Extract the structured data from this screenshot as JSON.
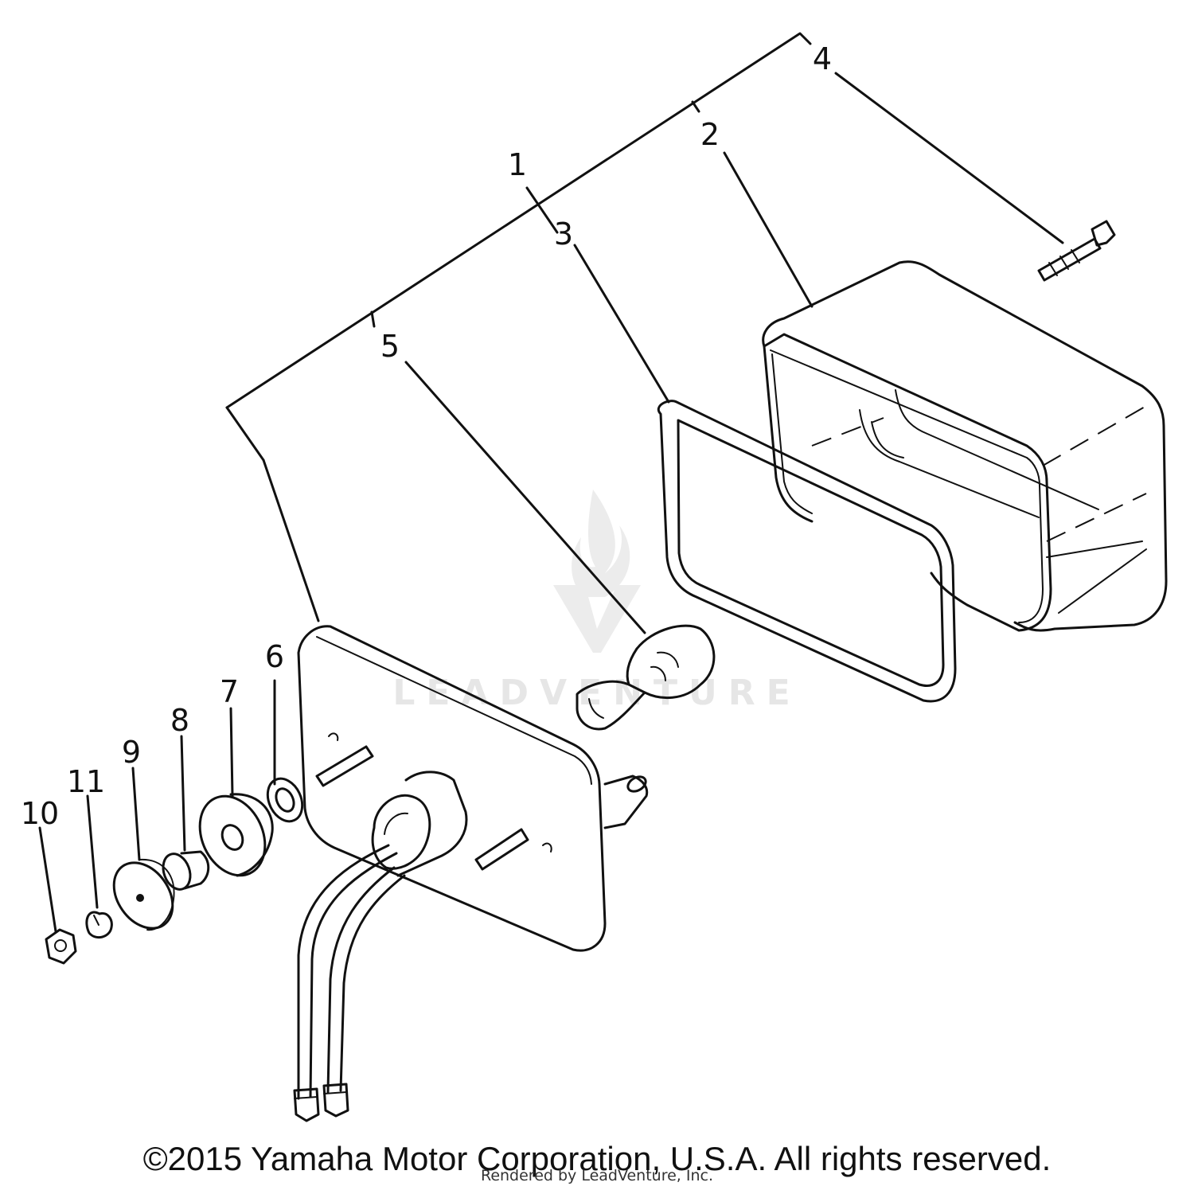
{
  "diagram": {
    "parts": [
      {
        "id": "1",
        "label": "1"
      },
      {
        "id": "2",
        "label": "2"
      },
      {
        "id": "3",
        "label": "3"
      },
      {
        "id": "4",
        "label": "4"
      },
      {
        "id": "5",
        "label": "5"
      },
      {
        "id": "6",
        "label": "6"
      },
      {
        "id": "7",
        "label": "7"
      },
      {
        "id": "8",
        "label": "8"
      },
      {
        "id": "9",
        "label": "9"
      },
      {
        "id": "10",
        "label": "10"
      },
      {
        "id": "11",
        "label": "11"
      }
    ]
  },
  "watermark": {
    "text": "LEADVENTURE",
    "color": "#e6e6e6"
  },
  "footer": {
    "copyright": "©2015 Yamaha Motor Corporation, U.S.A. All rights reserved.",
    "rendered_by": "Rendered by LeadVenture, Inc."
  }
}
